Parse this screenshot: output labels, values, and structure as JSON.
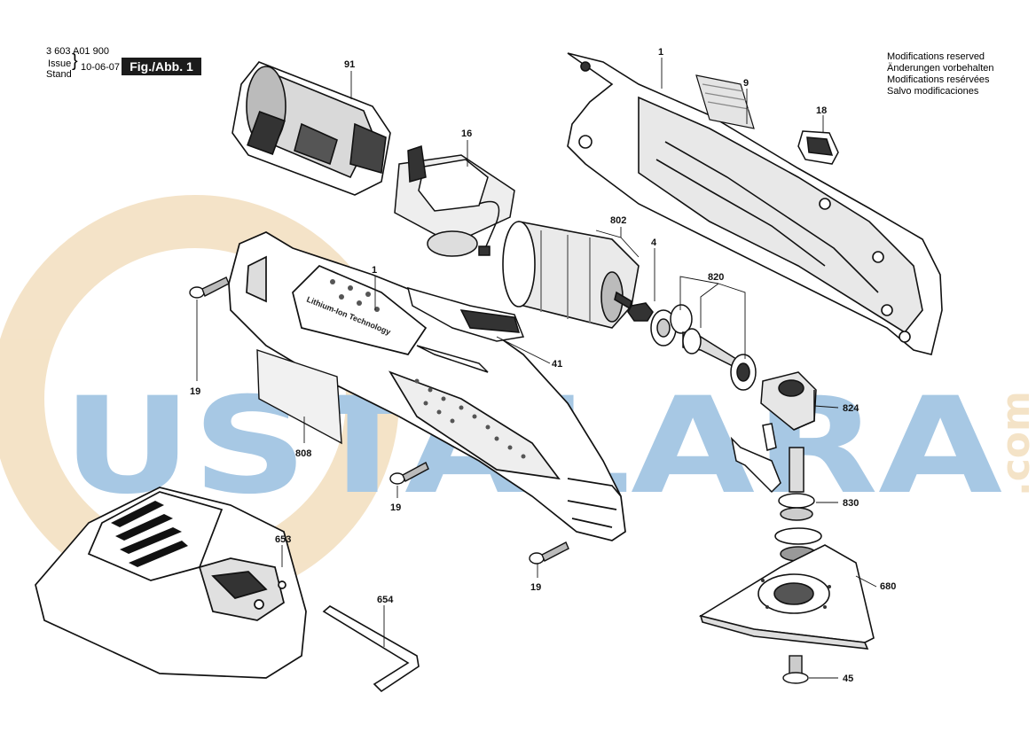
{
  "header": {
    "doc_number": "3 603 A01 900",
    "issue_label": "Issue",
    "stand_label": "Stand",
    "date": "10-06-07",
    "figure_label": "Fig./Abb. 1"
  },
  "modifications_notice": [
    "Modifications reserved",
    "Änderungen vorbehalten",
    "Modifications resérvées",
    "Salvo modificaciones"
  ],
  "watermark": {
    "text": "USTALARA",
    "suffix": ".com",
    "color": "#9ec3e2",
    "ring_color": "#f3e0c2"
  },
  "product_print": "Lithium-Ion Technology",
  "part_labels": {
    "p91": "91",
    "p16": "16",
    "p1_top": "1",
    "p9": "9",
    "p18": "18",
    "p802": "802",
    "p4": "4",
    "p820": "820",
    "p1_mid": "1",
    "p41": "41",
    "p19_a": "19",
    "p19_b": "19",
    "p19_c": "19",
    "p808": "808",
    "p824": "824",
    "p830": "830",
    "p680": "680",
    "p653": "653",
    "p654": "654",
    "p45": "45"
  }
}
